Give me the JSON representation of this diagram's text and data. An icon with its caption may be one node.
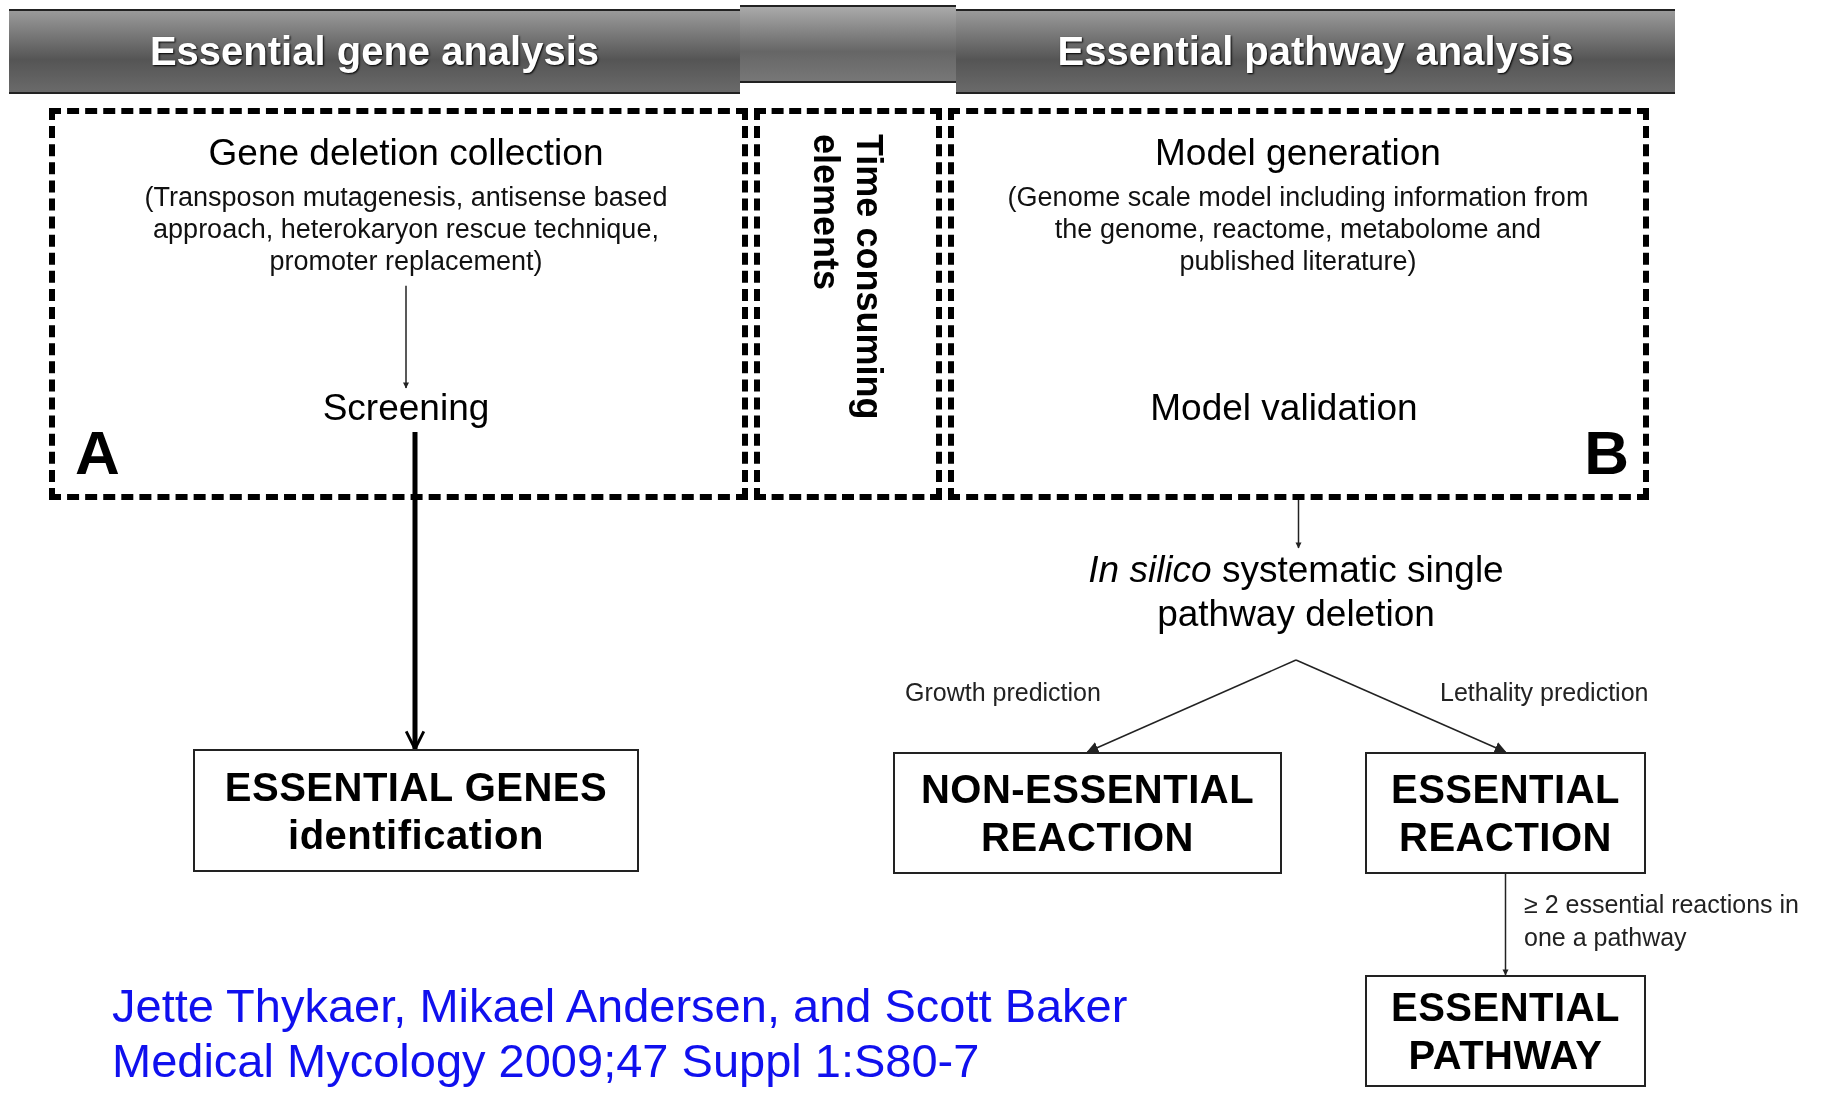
{
  "diagram": {
    "nodes": [
      {
        "text": [
          "Essential gene analysis"
        ]
      },
      {
        "text": [
          "Essential pathway analysis"
        ]
      },
      {
        "text": [
          "A"
        ]
      },
      {
        "text": [
          "Gene deletion collection",
          "(Transposon mutagenesis, antisense based approach, heterokaryon rescue technique, promoter replacement)"
        ],
        "in": 2
      },
      {
        "text": [
          "Screening"
        ],
        "in": 2
      },
      {
        "text": [
          "Time consuming elements"
        ]
      },
      {
        "text": [
          "B"
        ]
      },
      {
        "text": [
          "Model generation",
          "(Genome scale model including information from the genome, reactome, metabolome and published literature)"
        ],
        "in": 6
      },
      {
        "text": [
          "Model validation"
        ],
        "in": 6
      },
      {
        "text": [
          "*In silico* systematic single pathway deletion"
        ]
      },
      {
        "text": [
          "ESSENTIAL GENES identification"
        ]
      },
      {
        "text": [
          "NON-ESSENTIAL REACTION"
        ]
      },
      {
        "text": [
          "ESSENTIAL REACTION"
        ]
      },
      {
        "text": [
          "ESSENTIAL PATHWAY"
        ]
      }
    ],
    "edges": [
      {
        "from": 3,
        "to": 4,
        "arrow": "to"
      },
      {
        "from": 4,
        "to": 10,
        "arrow": "to",
        "style": "thick"
      },
      {
        "from": 6,
        "to": 9,
        "arrow": "to"
      },
      {
        "from": 9,
        "to": 11,
        "arrow": "to",
        "label": "Growth prediction"
      },
      {
        "from": 9,
        "to": 12,
        "arrow": "to",
        "label": "Lethality prediction"
      },
      {
        "from": 12,
        "to": 13,
        "arrow": "to",
        "label": "≥ 2 essential reactions in one a pathway"
      }
    ],
    "labels": [
      "Jette Thykaer, Mikael Andersen, and Scott Baker",
      "Medical Mycology 2009;47 Suppl 1:S80-7"
    ]
  }
}
